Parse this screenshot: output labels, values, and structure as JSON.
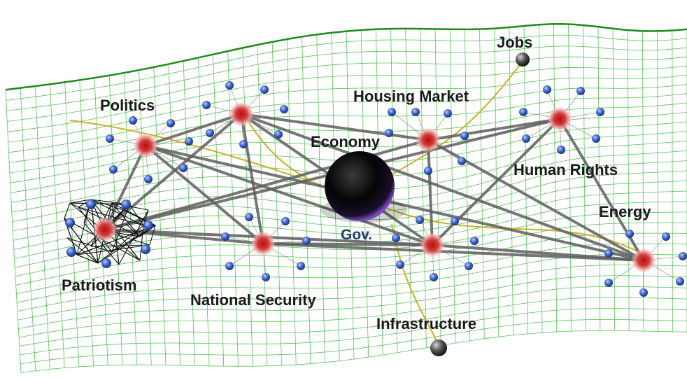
{
  "labels": {
    "jobs": "Jobs",
    "housing_market": "Housing Market",
    "politics": "Politics",
    "economy": "Economy",
    "human_rights": "Human Rights",
    "energy": "Energy",
    "gov": "Gov.",
    "patriotism": "Patriotism",
    "national_security": "National Security",
    "infrastructure": "Infrastructure"
  },
  "colors": {
    "grid": "#3cb83c",
    "hub_node": "#c21a1a",
    "hub_glow": "#f29a9a",
    "satellite_node": "#3a63c9",
    "edge": "#5e5e5e",
    "geodesic": "#c8b22a",
    "dark_sphere": "#0a0a0a",
    "sphere_rim": "#6a3ca8"
  },
  "icons": {
    "central_mass": "black-sphere",
    "hub": "red-node",
    "satellite": "blue-node",
    "external_body": "grey-sphere"
  }
}
